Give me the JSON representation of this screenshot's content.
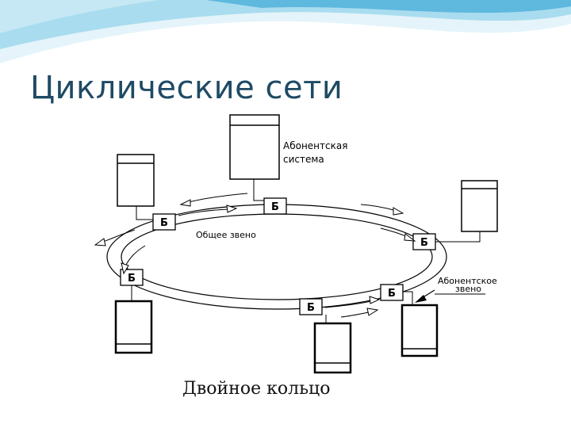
{
  "slide": {
    "title": "Циклические сети"
  },
  "diagram": {
    "bridge_label": "Б",
    "subscriber_system_label": [
      "Абонентская",
      "система"
    ],
    "common_link_label": "Общее звено",
    "subscriber_link_label": [
      "Абонентское",
      "звено"
    ],
    "caption": "Двойное кольцо"
  },
  "colors": {
    "title": "#1e4a64",
    "wave_light": "#d6eef7",
    "wave_mid": "#7fc6e3",
    "wave_dark": "#3aa6d2",
    "lines": "#000000"
  }
}
